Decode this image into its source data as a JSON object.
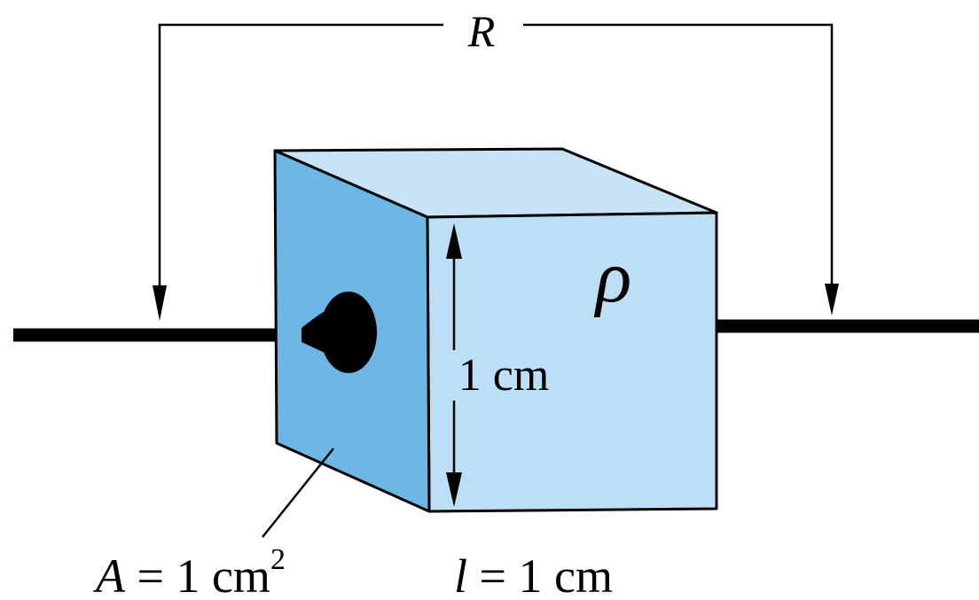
{
  "diagram": {
    "resistance_label": "R",
    "resistivity_label": "ρ",
    "height_label": "1 cm",
    "area_label": {
      "symbol": "A",
      "equals": " = 1 cm",
      "exponent": "2"
    },
    "length_label": {
      "symbol": "l",
      "equals": " = 1 cm"
    },
    "colors": {
      "front_face": "#6db7e6",
      "top_face": "#c7e3f6",
      "right_face": "#bddff5",
      "wire": "#000000",
      "outline": "#000000"
    }
  }
}
